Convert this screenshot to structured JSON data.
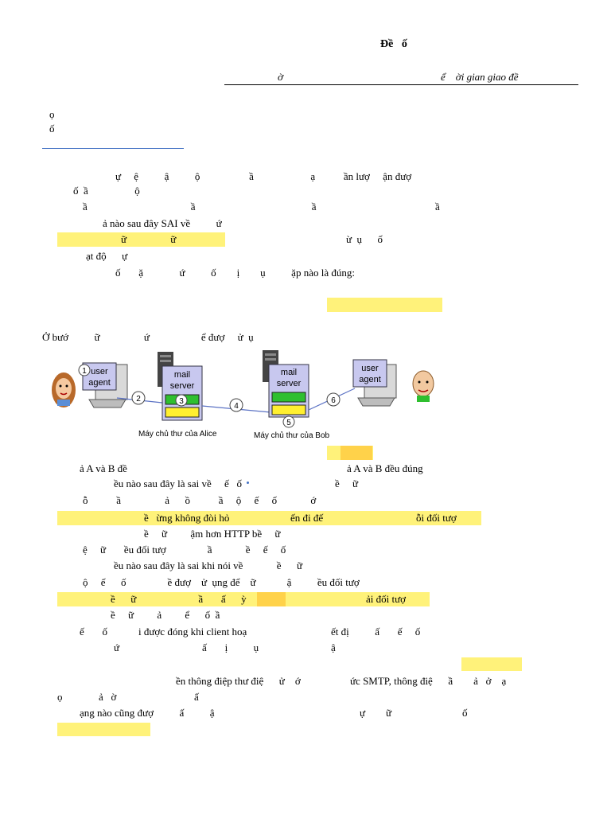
{
  "header": {
    "title": "Đề   ố",
    "subtitle_left": "ờ",
    "subtitle_right": "ể    ời gian giao đề"
  },
  "info": {
    "line1": "ọ",
    "line2": "ố"
  },
  "lines": {
    "l1": "ự     ệ          ậ          ộ                   ầ                      ạ           ần lượ     ận đượ",
    "l2": "ố  ầ                  ộ",
    "l3": "ầ                                        ầ                                             ầ                                              ầ",
    "l4": "ả nào sau đây SAI về          ứ",
    "l5a": "ữ                 ữ",
    "l5b": "ừ  ụ      ố",
    "l6": "ạt độ      ự",
    "l7": "ố       ặ              ứ          ố        ị        ụ          ặp nào là đúng:",
    "l8": "Ở bướ          ữ                 ứ                    ể đượ     ử  ụ",
    "l9a": "ả A và B đề",
    "l9b": "ả A và B đều đúng",
    "l10": "ều nào sau đây là sai về     ế   ố                                    ề     ữ",
    "l11": "ỗ           ầ                 ả      ồ           ầ     ộ     ế     ố             ớ",
    "l12a": "ề   ừng không đòi hỏ",
    "l12b": "ến đi đế",
    "l12c": "ỗi đối tượ",
    "l13": "ề     ữ         ậm hơn HTTP bề     ữ",
    "l14": "ệ     ữ       ều đối tượ                ầ             ề     ế     ố",
    "l15": "ều nào sau đây là sai khi nói về             ề      ữ",
    "l16": "ộ     ế      ố                ề đượ    ử  ụng để    ữ            ậ          ều đối tượ",
    "l17a": "ề      ữ                        ầ       ấ      ỳ",
    "l17b": "ải đối tượ",
    "l18": "ề     ữ         ả         ể      ố  ầ",
    "l19a": "ế       ố            i được đóng khi client hoạ",
    "l19b": "ết đị          ấ       ế     ố",
    "l20a": "ứ                                ấ       ị          ụ",
    "l20b": "ậ",
    "l21a": "ền thông điệp thư điệ      ử    ớ",
    "l21b": "ức SMTP, thông điệ      ầ        ả   ở    ạ",
    "l22a": "ọ              ả   ờ",
    "l22b": "ấ",
    "l23a": "ạng nào cũng đượ          ấ          ậ",
    "l23b": "ự        ữ",
    "l23c": "ố"
  },
  "diagram": {
    "user_agent_left": [
      "user",
      "agent"
    ],
    "user_agent_right": [
      "user",
      "agent"
    ],
    "server_left": [
      "mail",
      "server"
    ],
    "server_right": [
      "mail",
      "server"
    ],
    "steps": [
      "1",
      "2",
      "3",
      "4",
      "5",
      "6"
    ],
    "caption_alice": "Máy chủ thư của Alice",
    "caption_bob": "Máy chủ thư của Bob"
  },
  "colors": {
    "highlight": "#fff27a",
    "box_fill": "#c8c8ef",
    "link_blue": "#4472c4"
  }
}
